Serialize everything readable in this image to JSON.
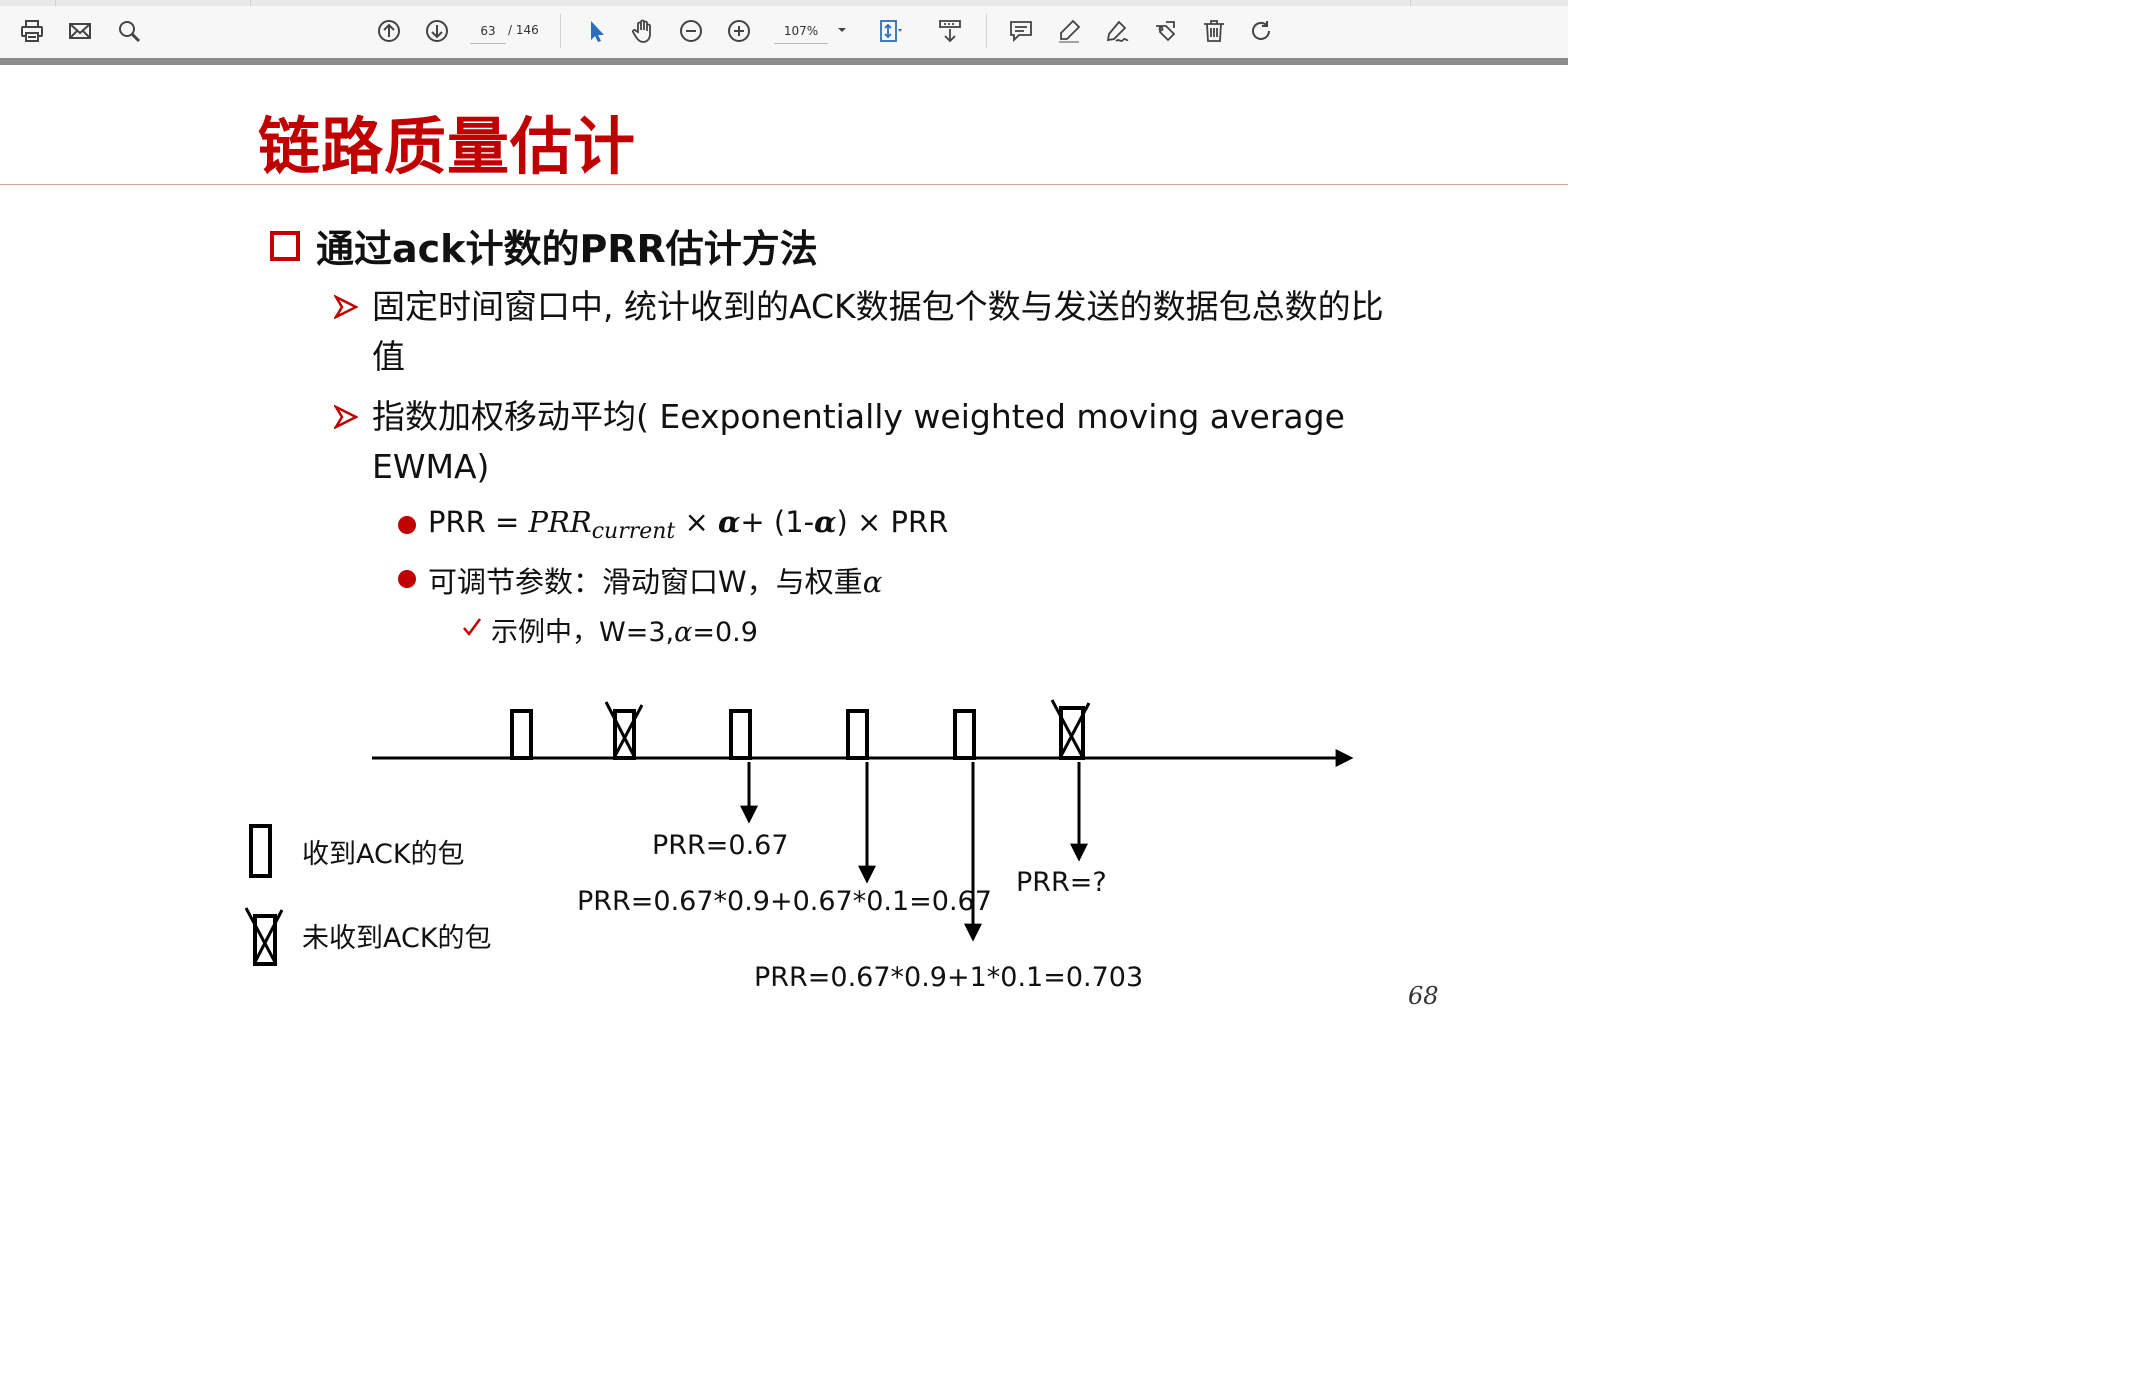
{
  "toolbar": {
    "page_current": "63",
    "page_total": "/ 146",
    "zoom": "107%",
    "buttons": [
      "print-icon",
      "mail-icon",
      "search-icon",
      "page-up-icon",
      "page-down-icon",
      "select-cursor-icon",
      "hand-icon",
      "zoom-out-icon",
      "zoom-in-icon",
      "fit-page-icon",
      "download-icon",
      "comment-icon",
      "highlight-icon",
      "sign-icon",
      "stamp-icon",
      "delete-icon",
      "rotate-icon"
    ]
  },
  "slide": {
    "title": "链路质量估计",
    "heading": "通过ack计数的PRR估计方法",
    "bullet1": "固定时间窗口中, 统计收到的ACK数据包个数与发送的数据包总数的比值",
    "bullet2": "指数加权移动平均( Eexponentially weighted moving average EWMA)",
    "formula": {
      "lhs": "PRR = ",
      "var": "PRR",
      "sub": "current",
      "times1": " × ",
      "alpha": "α",
      "plus": "+ (1-",
      "alpha2": "α",
      "rest": ") × PRR"
    },
    "params": "可调节参数：滑动窗口W，与权重",
    "params_alpha": "α",
    "example_pre": "示例中，W=3,",
    "example_alpha": "α",
    "example_post": "=0.9",
    "page_number": "68"
  },
  "diagram": {
    "legend_ack": "收到ACK的包",
    "legend_nack": "未收到ACK的包",
    "prr1": "PRR=0.67",
    "prr2": "PRR=0.67*0.9+0.67*0.1=0.67",
    "prr3": "PRR=0.67*0.9+1*0.1=0.703",
    "prr4": "PRR=?"
  }
}
